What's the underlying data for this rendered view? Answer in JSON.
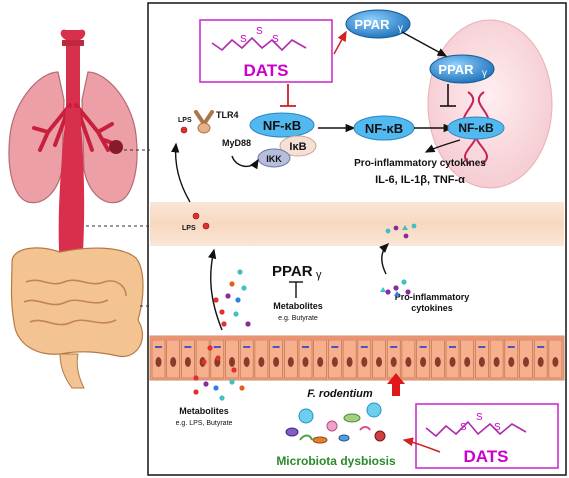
{
  "dats": {
    "label": "DATS"
  },
  "ppar": {
    "base": "PPAR",
    "sub": "γ"
  },
  "nfkb": {
    "label": "NF-κB"
  },
  "ikb": {
    "label": "IκB"
  },
  "ikk": {
    "label": "IKK"
  },
  "receptor": {
    "tlr4": "TLR4",
    "myd88": "MyD88"
  },
  "lps": {
    "label": "LPS"
  },
  "cytokines": {
    "heading": "Pro-inflammatory cytokines",
    "list": "IL-6, IL-1β, TNF-α"
  },
  "gut": {
    "proinflammatory_line1": "Pro-inflammatory",
    "proinflammatory_line2": "cytokines",
    "metabolites_mid": "Metabolites",
    "metabolites_mid_eg": "e.g. Butyrate",
    "metabolites_low": "Metabolites",
    "metabolites_low_eg": "e.g. LPS, Butyrate",
    "bacterium": "F. rodentium",
    "dysbiosis": "Microbiota dysbiosis"
  },
  "colors": {
    "dats_border": "#cc33cc",
    "dats_text": "#cc00cc",
    "ppar_fill": "#2a8ed6",
    "nfkb_fill": "#52b8f0",
    "inhibit_red": "#d42020",
    "lung": "#e8a0a8",
    "trachea": "#d83050",
    "intestine": "#f2c090",
    "epithelium": "#f4a882"
  }
}
